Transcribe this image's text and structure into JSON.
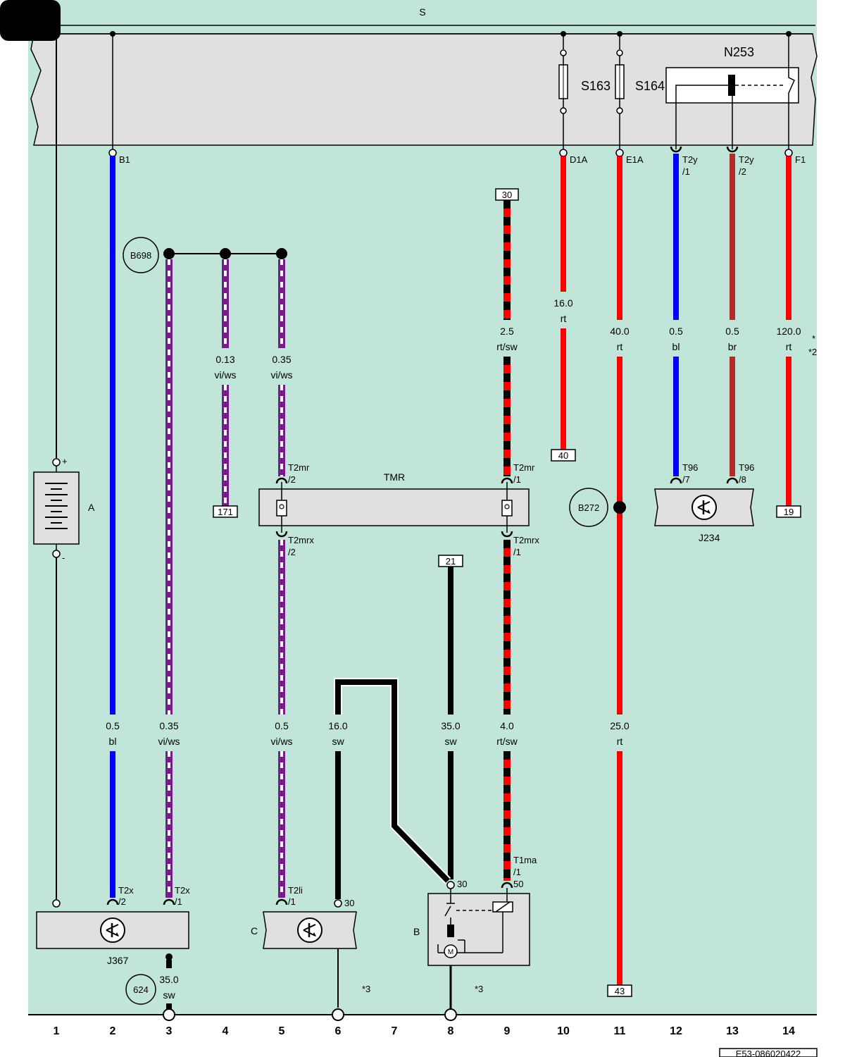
{
  "page": {
    "code": "E53-086020422"
  },
  "box": {
    "letter": "S"
  },
  "fuses": {
    "s163": "S163",
    "s164": "S164"
  },
  "relay": {
    "name": "N253"
  },
  "pins": {
    "b1": "B1",
    "d1a": "D1A",
    "e1a": "E1A",
    "t2y1a": "T2y",
    "t2y1b": "/1",
    "t2y2a": "T2y",
    "t2y2b": "/2",
    "f1": "F1",
    "t2mr2a": "T2mr",
    "t2mr2b": "/2",
    "t2mr1a": "T2mr",
    "t2mr1b": "/1",
    "t2mrx2a": "T2mrx",
    "t2mrx2b": "/2",
    "t2mrx1a": "T2mrx",
    "t2mrx1b": "/1",
    "t96_7a": "T96",
    "t96_7b": "/7",
    "t96_8a": "T96",
    "t96_8b": "/8",
    "t2x2a": "T2x",
    "t2x2b": "/2",
    "t2x1a": "T2x",
    "t2x1b": "/1",
    "t2li1a": "T2li",
    "t2li1b": "/1",
    "c_30": "30",
    "b_30": "30",
    "b_50": "50",
    "t1ma1a": "T1ma",
    "t1ma1b": "/1",
    "batt_plus": "+",
    "batt_minus": "-"
  },
  "components": {
    "battery": "A",
    "tmr": "TMR",
    "j234": "J234",
    "j367": "J367",
    "c": "C",
    "b": "B"
  },
  "ground_points": {
    "b698": "B698",
    "b272": "B272",
    "g624": "624"
  },
  "refs": {
    "r30": "30",
    "r171": "171",
    "r40": "40",
    "r19": "19",
    "r21": "21",
    "r43": "43"
  },
  "wires": {
    "w4a": "0.13",
    "w4b": "vi/ws",
    "w5a": "0.35",
    "w5b": "vi/ws",
    "w9a": "2.5",
    "w9b": "rt/sw",
    "w10a": "16.0",
    "w10b": "rt",
    "w11a": "40.0",
    "w11b": "rt",
    "w12a": "0.5",
    "w12b": "bl",
    "w13a": "0.5",
    "w13b": "br",
    "w14a": "120.0",
    "w14b": "rt",
    "l2a": "0.5",
    "l2b": "bl",
    "l3a": "0.35",
    "l3b": "vi/ws",
    "l5a": "0.5",
    "l5b": "vi/ws",
    "l6a": "16.0",
    "l6b": "sw",
    "l8a": "35.0",
    "l8b": "sw",
    "l9a": "4.0",
    "l9b": "rt/sw",
    "l11a": "25.0",
    "l11b": "rt",
    "g3a": "35.0",
    "g3b": "sw"
  },
  "notes": {
    "star": "*",
    "n2": "*2",
    "n3a": "*3",
    "n3b": "*3"
  },
  "columns": [
    "1",
    "2",
    "3",
    "4",
    "5",
    "6",
    "7",
    "8",
    "9",
    "10",
    "11",
    "12",
    "13",
    "14"
  ],
  "colors": {
    "background": "#c1e5d9",
    "panel": "#e0e0e0",
    "red": "#ff0000",
    "blue": "#0000ff",
    "violet": "#7a1a8a",
    "brown": "#b22b2b",
    "black": "#000000"
  }
}
